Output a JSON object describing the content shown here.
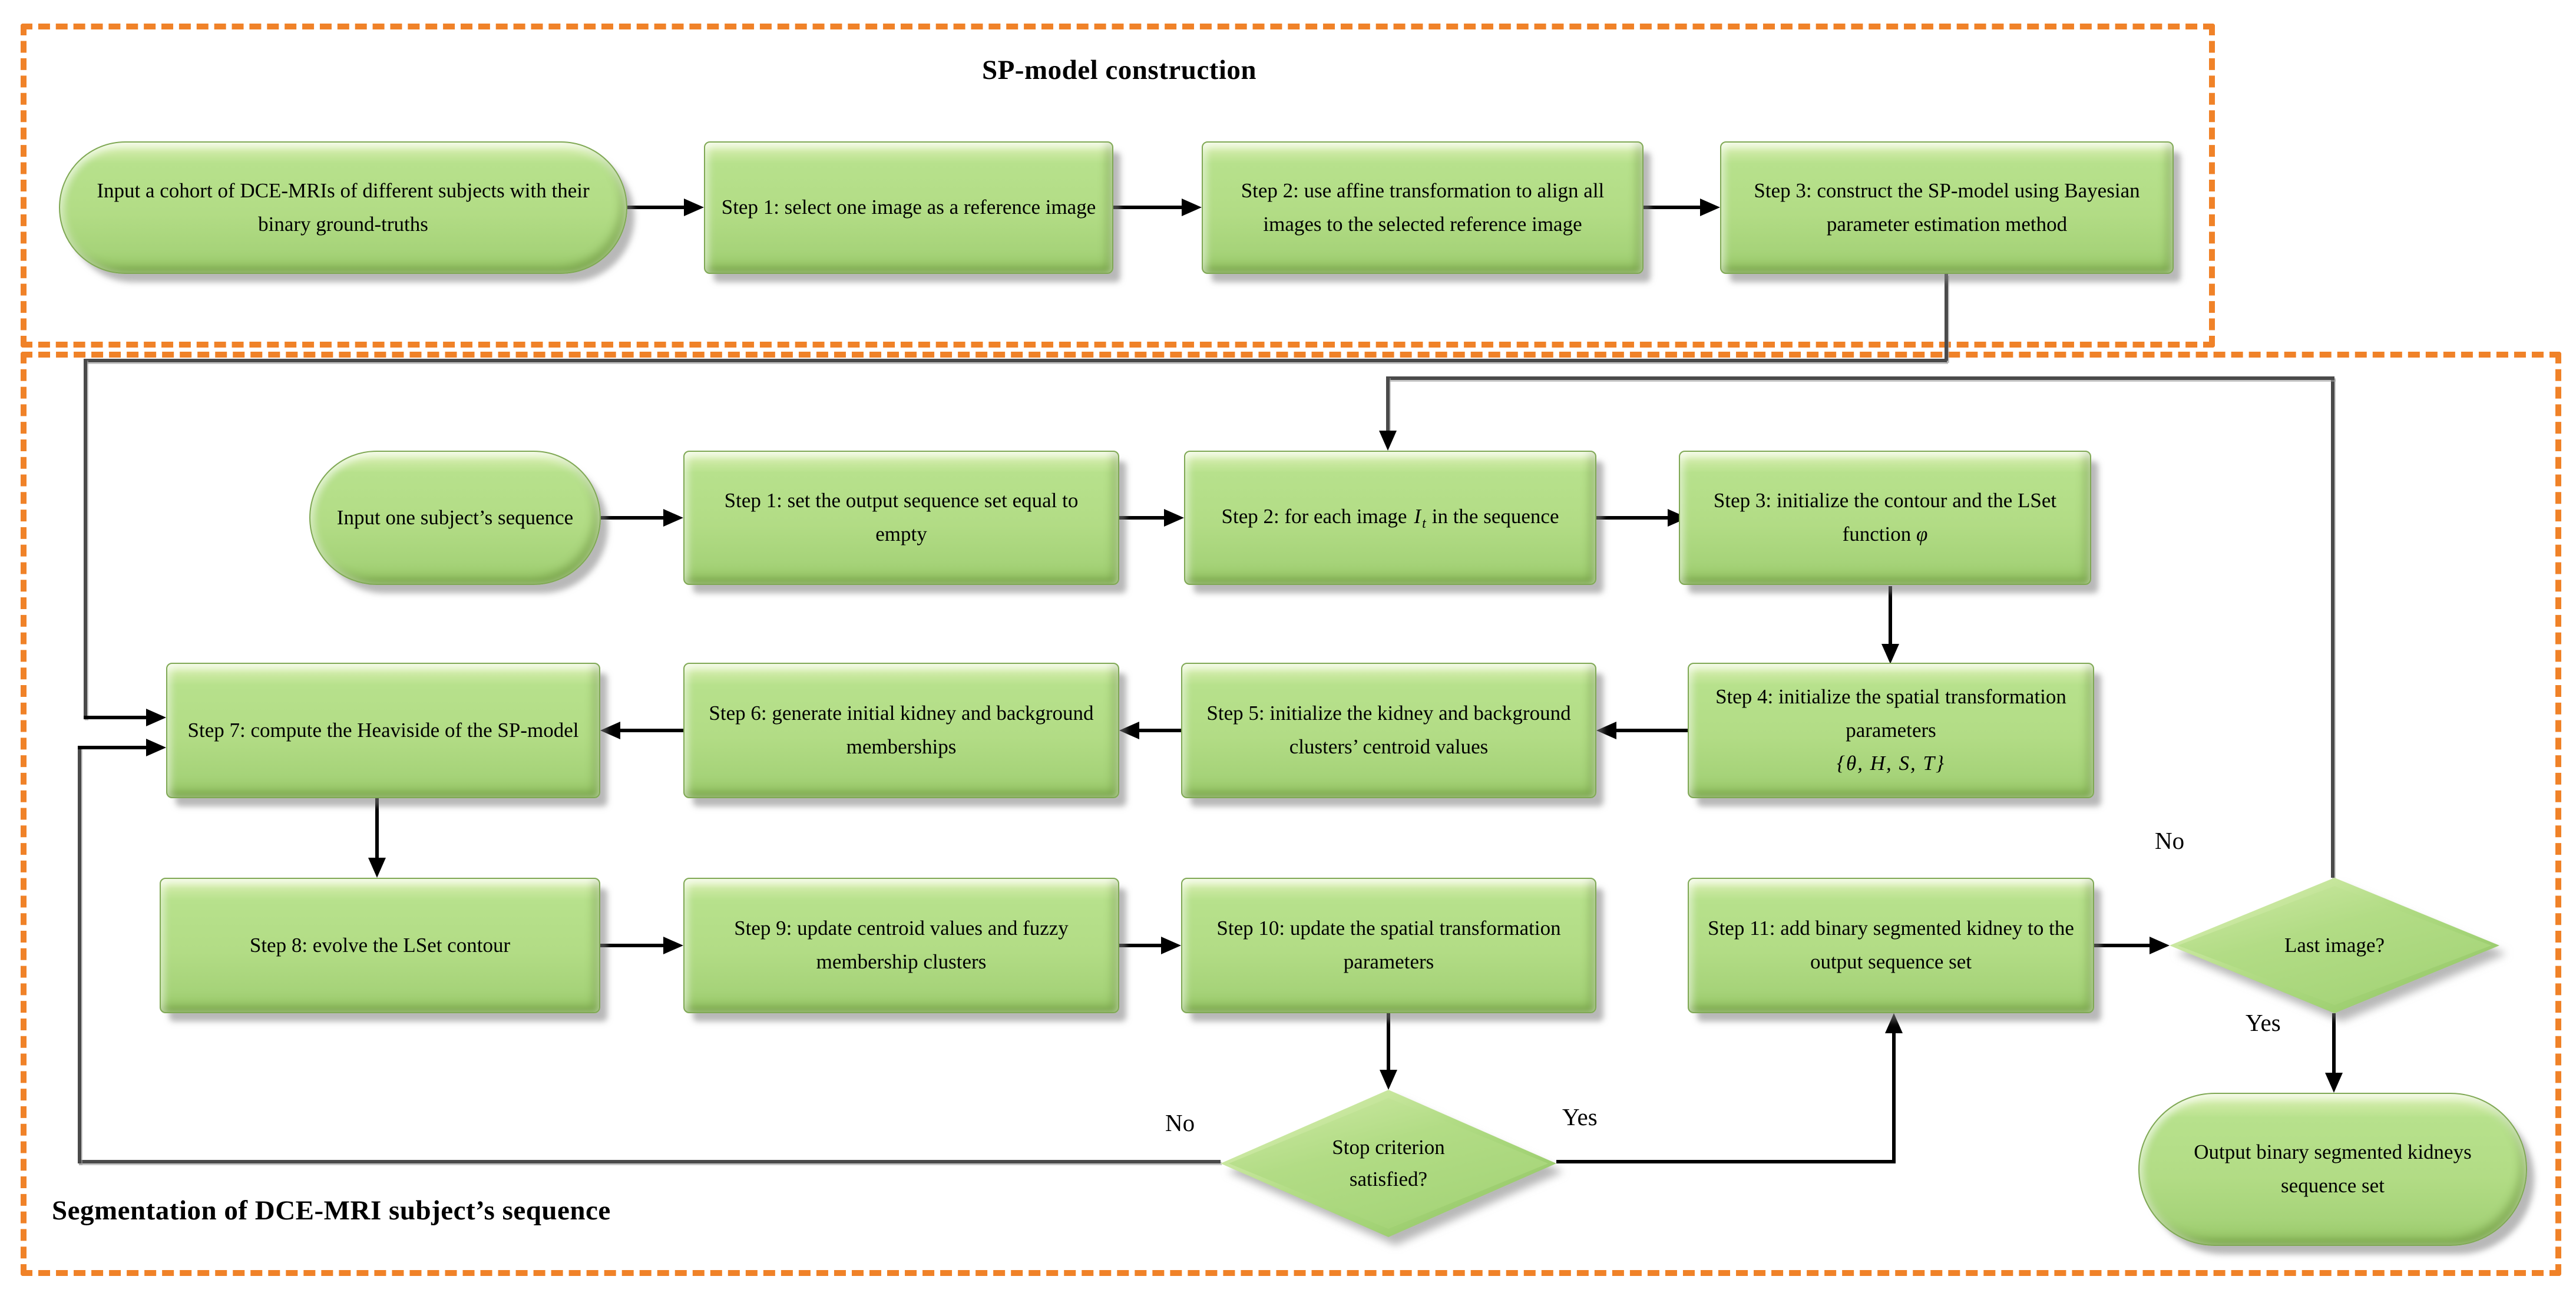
{
  "figure": {
    "type": "flowchart"
  },
  "colors": {
    "node_fill": "#b2dc85",
    "node_fill_light": "#e9f7cd",
    "node_fill_dark": "#8fc05e",
    "node_border": "#7fa854",
    "section_border": "#f08228",
    "connector_gray": "#4a4a4a",
    "connector_black": "#000000",
    "text": "#000000",
    "background": "#ffffff"
  },
  "sections": {
    "sp_model": {
      "title": "SP-model construction"
    },
    "segmentation": {
      "title": "Segmentation of DCE-MRI subject’s sequence"
    }
  },
  "nodes": {
    "cohort_input": {
      "type": "terminator",
      "text": "Input a cohort of DCE-MRIs of different subjects with their binary ground-truths"
    },
    "sp_step1": {
      "type": "process",
      "text": "Step 1: select one image as a reference image"
    },
    "sp_step2": {
      "type": "process",
      "text": "Step 2: use affine transformation to align all images to the selected reference image"
    },
    "sp_step3": {
      "type": "process",
      "text": "Step 3: construct the SP-model using Bayesian parameter estimation method"
    },
    "subject_input": {
      "type": "terminator",
      "text": "Input one subject’s sequence"
    },
    "seg_step1": {
      "type": "process",
      "text": "Step 1: set the output sequence set equal to empty"
    },
    "seg_step2": {
      "type": "process",
      "pre": "Step 2: for each image",
      "var": "I",
      "var_sub": "t",
      "post": "in the sequence"
    },
    "seg_step3": {
      "type": "process",
      "text": "Step 3: initialize the contour and the LSet function",
      "math": "φ"
    },
    "seg_step4": {
      "type": "process",
      "text": "Step 4: initialize the spatial transformation parameters",
      "math": "{θ, H, S, T}"
    },
    "seg_step5": {
      "type": "process",
      "text": "Step 5: initialize the kidney and background clusters’ centroid values"
    },
    "seg_step6": {
      "type": "process",
      "text": "Step 6: generate initial kidney and background memberships"
    },
    "seg_step7": {
      "type": "process",
      "text": "Step 7: compute the Heaviside of the SP-model"
    },
    "seg_step8": {
      "type": "process",
      "text": "Step 8: evolve the LSet contour"
    },
    "seg_step9": {
      "type": "process",
      "text": "Step 9: update centroid values and fuzzy membership clusters"
    },
    "seg_step10": {
      "type": "process",
      "text": "Step 10: update the spatial transformation parameters"
    },
    "seg_step11": {
      "type": "process",
      "text": "Step 11: add binary segmented kidney to the output sequence set"
    },
    "stop_decision": {
      "type": "decision",
      "text": "Stop criterion satisfied?"
    },
    "last_decision": {
      "type": "decision",
      "text": "Last image?"
    },
    "output_result": {
      "type": "terminator",
      "text": "Output binary segmented kidneys sequence set"
    }
  },
  "edge_labels": {
    "stop_no": "No",
    "stop_yes": "Yes",
    "last_no": "No",
    "last_yes": "Yes"
  }
}
